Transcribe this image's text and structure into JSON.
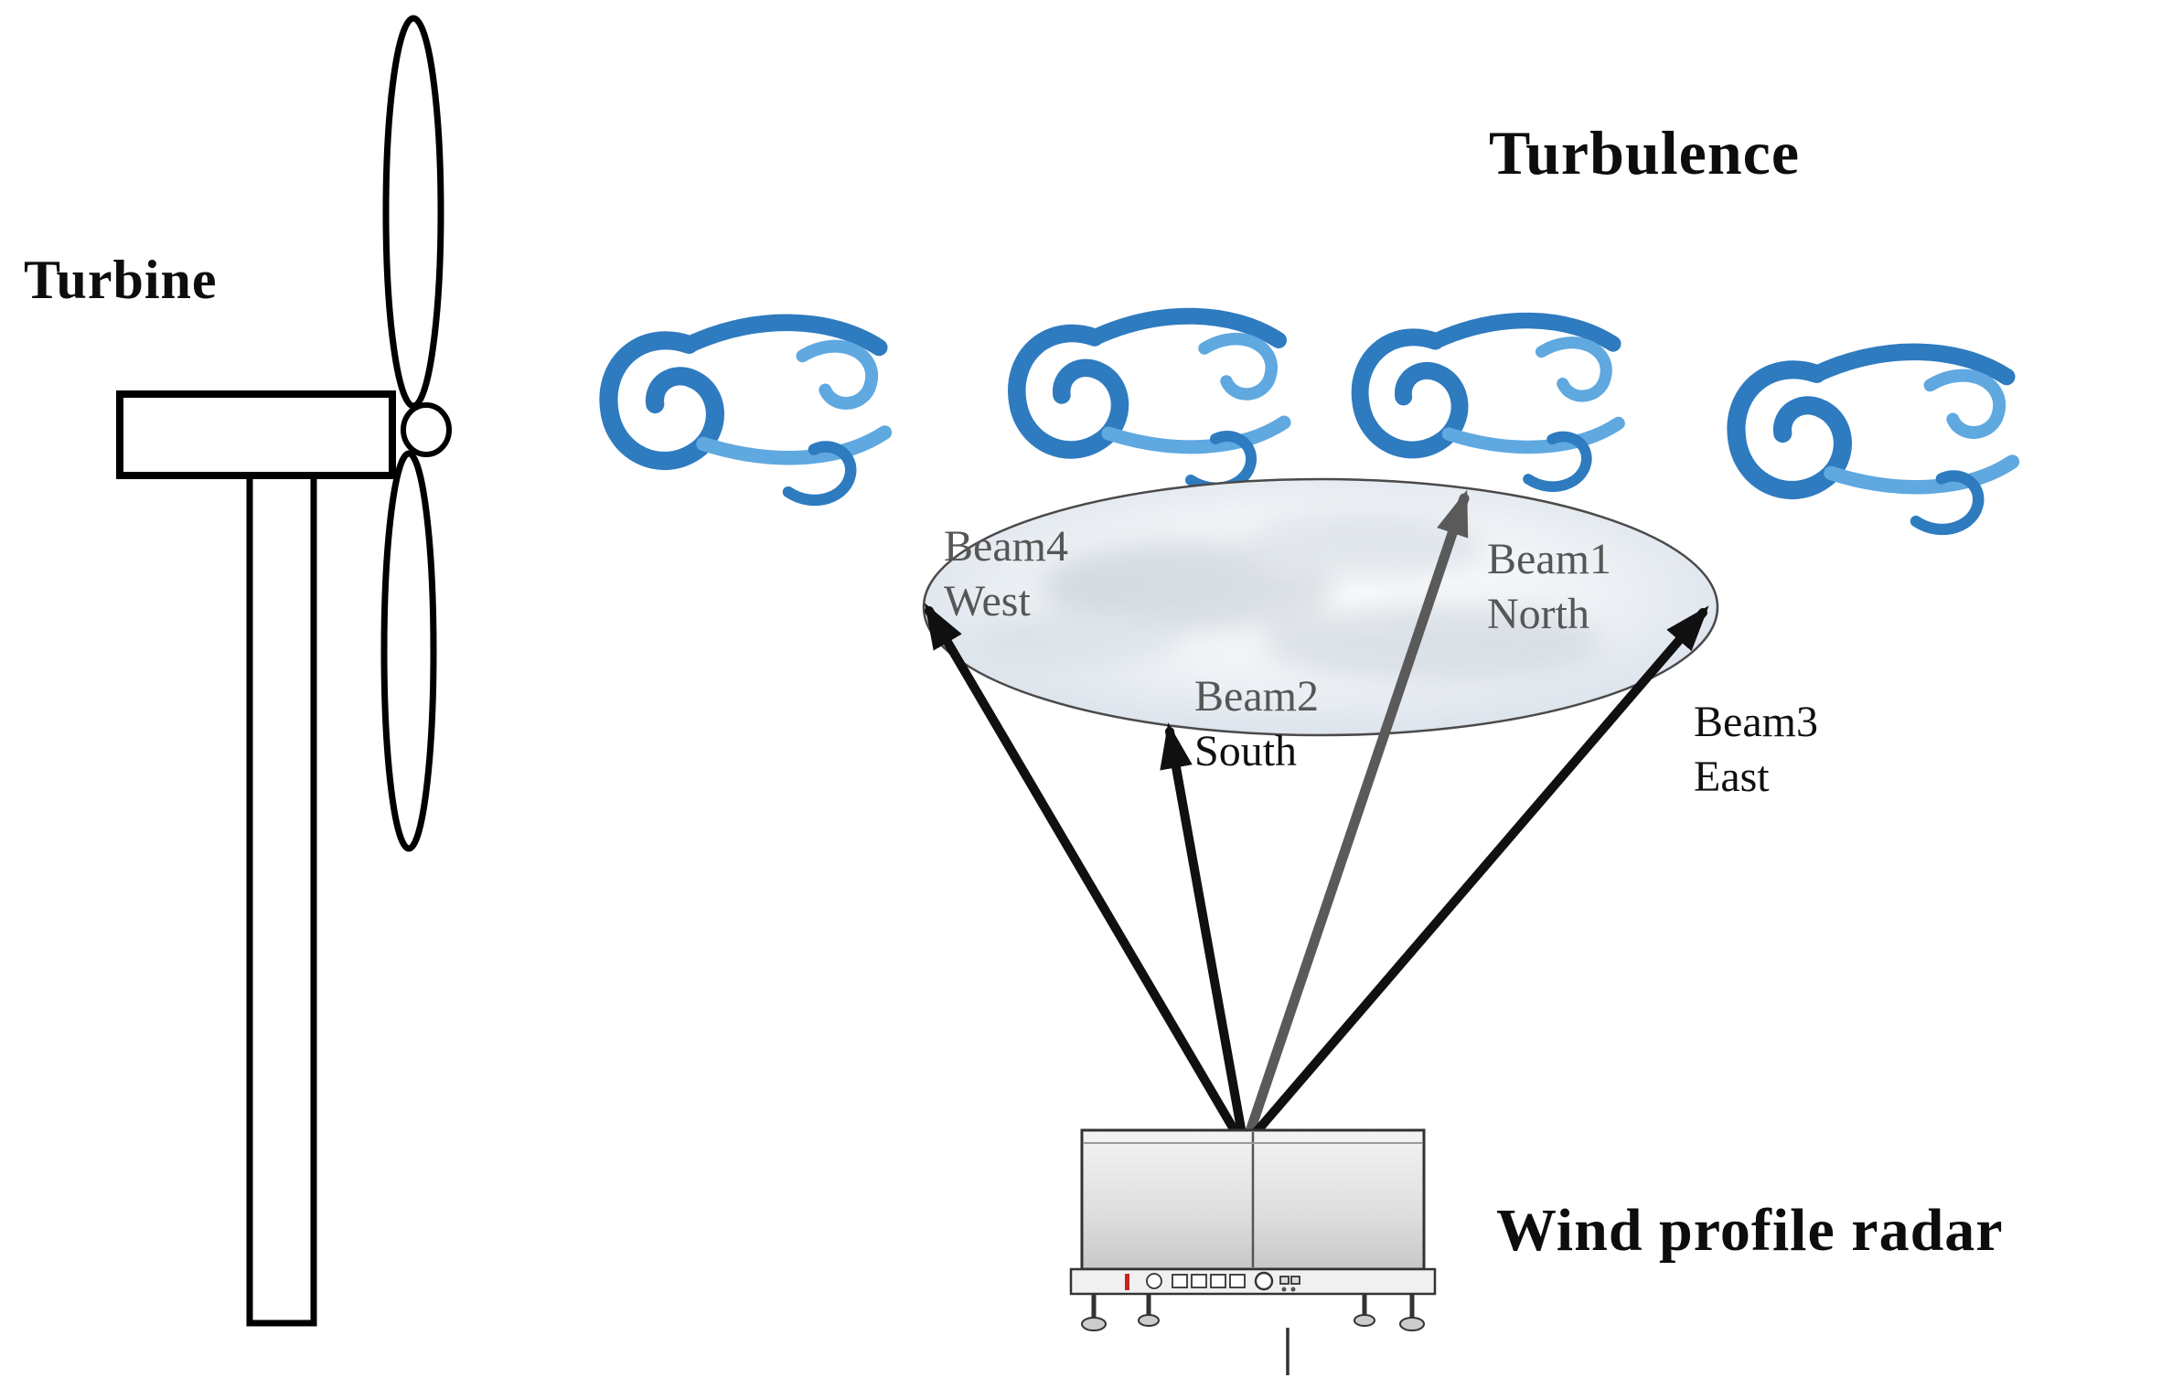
{
  "titles": {
    "turbine": "Turbine",
    "turbulence": "Turbulence",
    "radar": "Wind profile radar"
  },
  "beams": [
    {
      "name": "Beam1",
      "direction": "North"
    },
    {
      "name": "Beam2",
      "direction": "South"
    },
    {
      "name": "Beam3",
      "direction": "East"
    },
    {
      "name": "Beam4",
      "direction": "West"
    }
  ],
  "icons": {
    "wind_swirl": "wind-swirl-icon",
    "wind_swirl_count": 4
  },
  "colors": {
    "wind_primary": "#2e7bc0",
    "wind_secondary": "#5fa8e0",
    "beam_black": "#101010",
    "beam_gray": "#5a5a5a",
    "label_gray": "#565656",
    "label_black": "#101010",
    "outline": "#000000",
    "radar_body": "#d9d9d9"
  }
}
